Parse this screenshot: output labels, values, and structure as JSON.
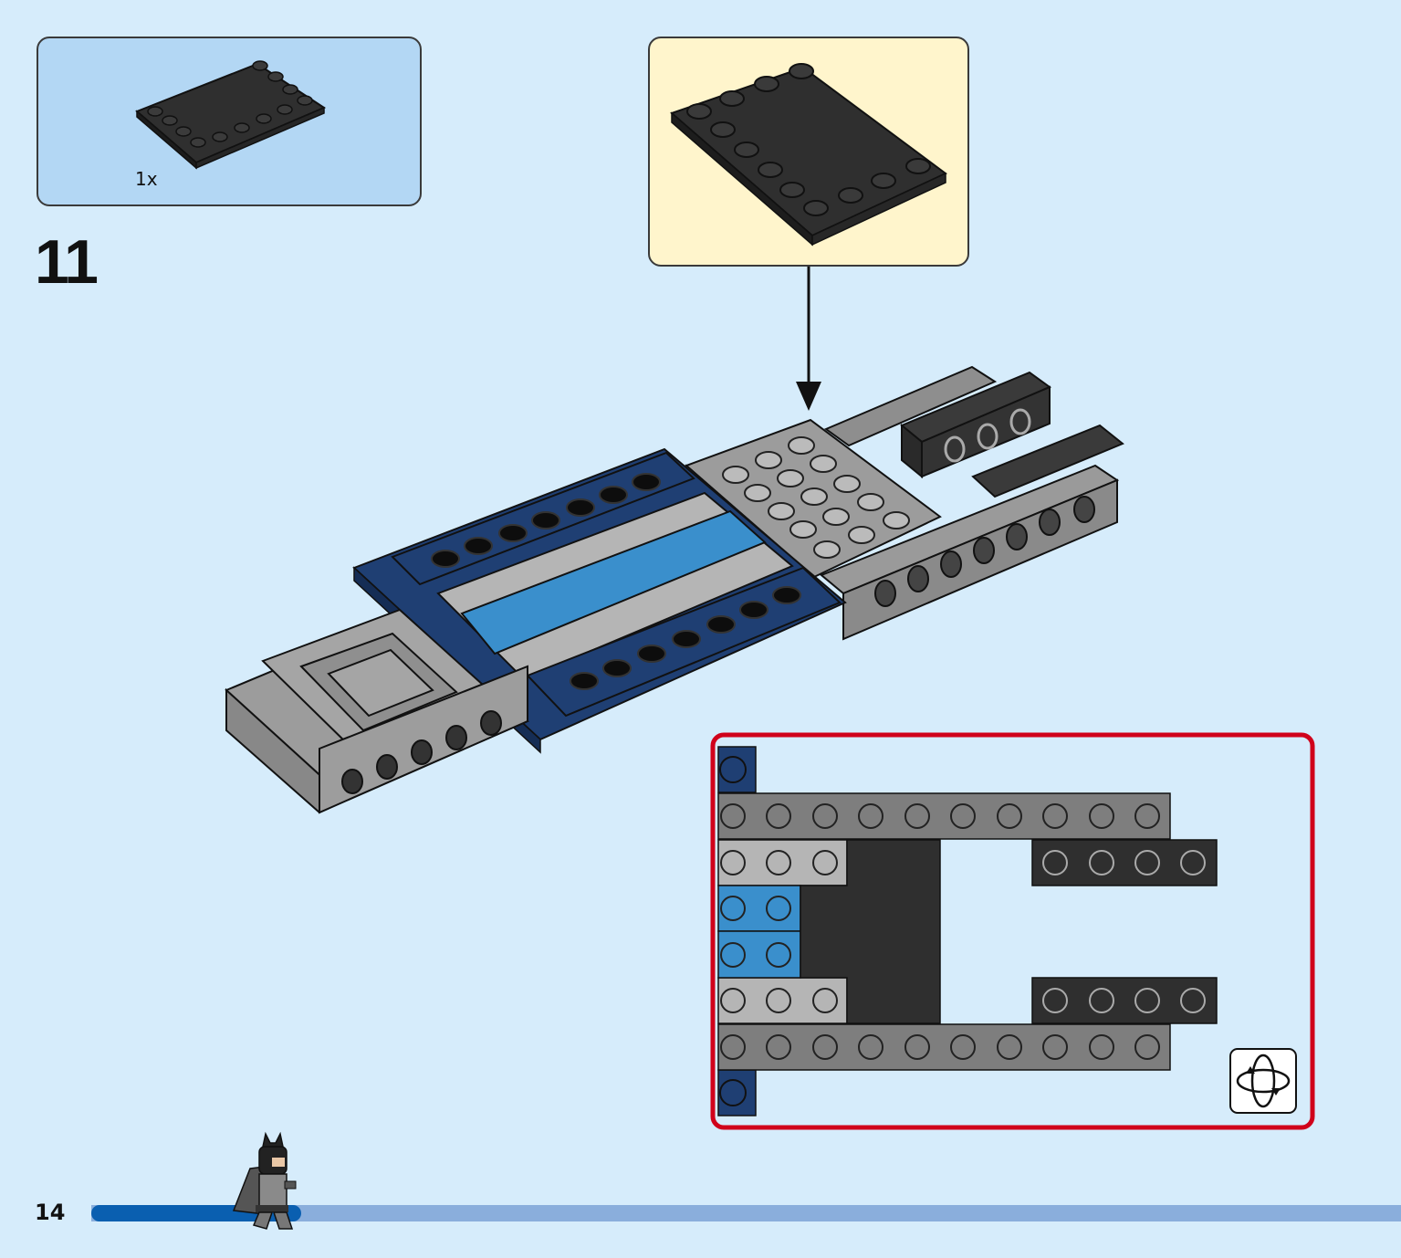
{
  "step": {
    "number": "11"
  },
  "parts_list": {
    "items": [
      {
        "quantity": "1x",
        "part": "black-tile-plate-icon",
        "color": "#2b2b2b"
      }
    ]
  },
  "footer": {
    "page_number": "14"
  },
  "colors": {
    "background": "#d6ecfb",
    "parts_box": "#b3d7f4",
    "callout_box": "#fff5cc",
    "dark_blue": "#1f3f73",
    "medium_blue": "#3a8fcc",
    "light_gray": "#b5b5b5",
    "dark_gray": "#7e7e7e",
    "black_part": "#2f2f2f",
    "highlight_frame": "#d0021b",
    "progress_done": "#0a5fb0",
    "progress_rest": "#8aaedc"
  },
  "icons": {
    "rotate": "rotate-model-icon",
    "minifigure": "batman-minifigure-icon"
  },
  "progress": {
    "fraction": 0.16
  }
}
